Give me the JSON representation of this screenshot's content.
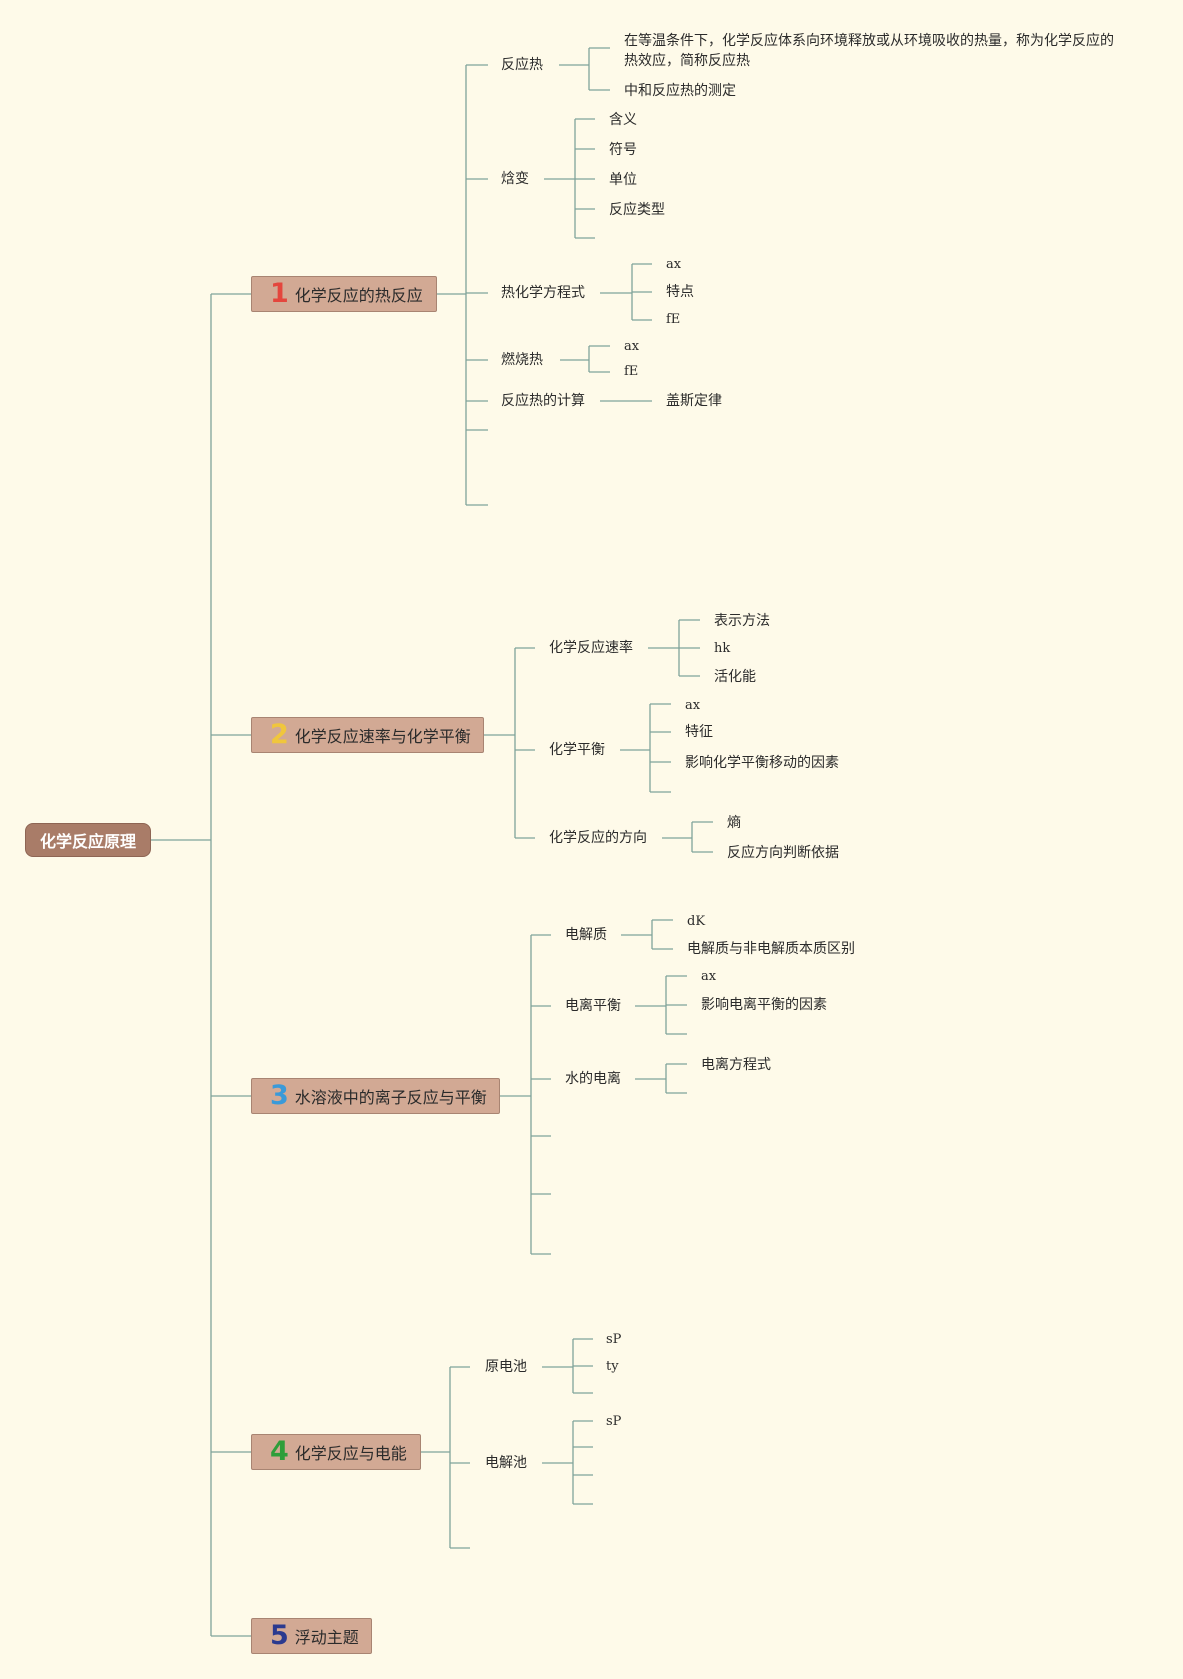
{
  "colors": {
    "background": "#fefae9",
    "line": "#7fa39a",
    "root_fill": "#a97c68",
    "topic_fill": "#d2a994"
  },
  "root": {
    "label": "化学反应原理"
  },
  "topics": [
    {
      "num": "1",
      "num_color": "#e4463d",
      "label": "化学反应的热反应",
      "children": [
        {
          "label": "反应热",
          "children": [
            "在等温条件下，化学反应体系向环境释放或从环境吸收的热量，称为化学反应的热效应，简称反应热",
            "中和反应热的测定"
          ]
        },
        {
          "label": "焓变",
          "children": [
            "含义",
            "符号",
            "单位",
            "反应类型",
            ""
          ]
        },
        {
          "label": "热化学方程式",
          "children": [
            "ax",
            "特点",
            "fE"
          ]
        },
        {
          "label": "燃烧热",
          "children": [
            "ax",
            "fE"
          ]
        },
        {
          "label": "反应热的计算",
          "children": [
            "盖斯定律"
          ]
        },
        {
          "label": "",
          "children": []
        },
        {
          "label": "",
          "children": []
        }
      ]
    },
    {
      "num": "2",
      "num_color": "#f0c63c",
      "label": "化学反应速率与化学平衡",
      "children": [
        {
          "label": "化学反应速率",
          "children": [
            "表示方法",
            "hk",
            "活化能"
          ]
        },
        {
          "label": "化学平衡",
          "children": [
            "ax",
            "特征",
            "影响化学平衡移动的因素",
            ""
          ]
        },
        {
          "label": "化学反应的方向",
          "children": [
            "熵",
            "反应方向判断依据"
          ]
        }
      ]
    },
    {
      "num": "3",
      "num_color": "#3a9ad9",
      "label": "水溶液中的离子反应与平衡",
      "children": [
        {
          "label": "电解质",
          "children": [
            "dK",
            "电解质与非电解质本质区别"
          ]
        },
        {
          "label": "电离平衡",
          "children": [
            "ax",
            "影响电离平衡的因素",
            ""
          ]
        },
        {
          "label": "水的电离",
          "children": [
            "电离方程式",
            ""
          ]
        },
        {
          "label": "",
          "children": []
        },
        {
          "label": "",
          "children": []
        },
        {
          "label": "",
          "children": []
        }
      ]
    },
    {
      "num": "4",
      "num_color": "#2e9e3a",
      "label": "化学反应与电能",
      "children": [
        {
          "label": "原电池",
          "children": [
            "sP",
            "ty",
            ""
          ]
        },
        {
          "label": "电解池",
          "children": [
            "sP",
            "",
            "",
            ""
          ]
        },
        {
          "label": "",
          "children": []
        }
      ]
    },
    {
      "num": "5",
      "num_color": "#2b3a8f",
      "label": "浮动主题",
      "children": []
    }
  ]
}
